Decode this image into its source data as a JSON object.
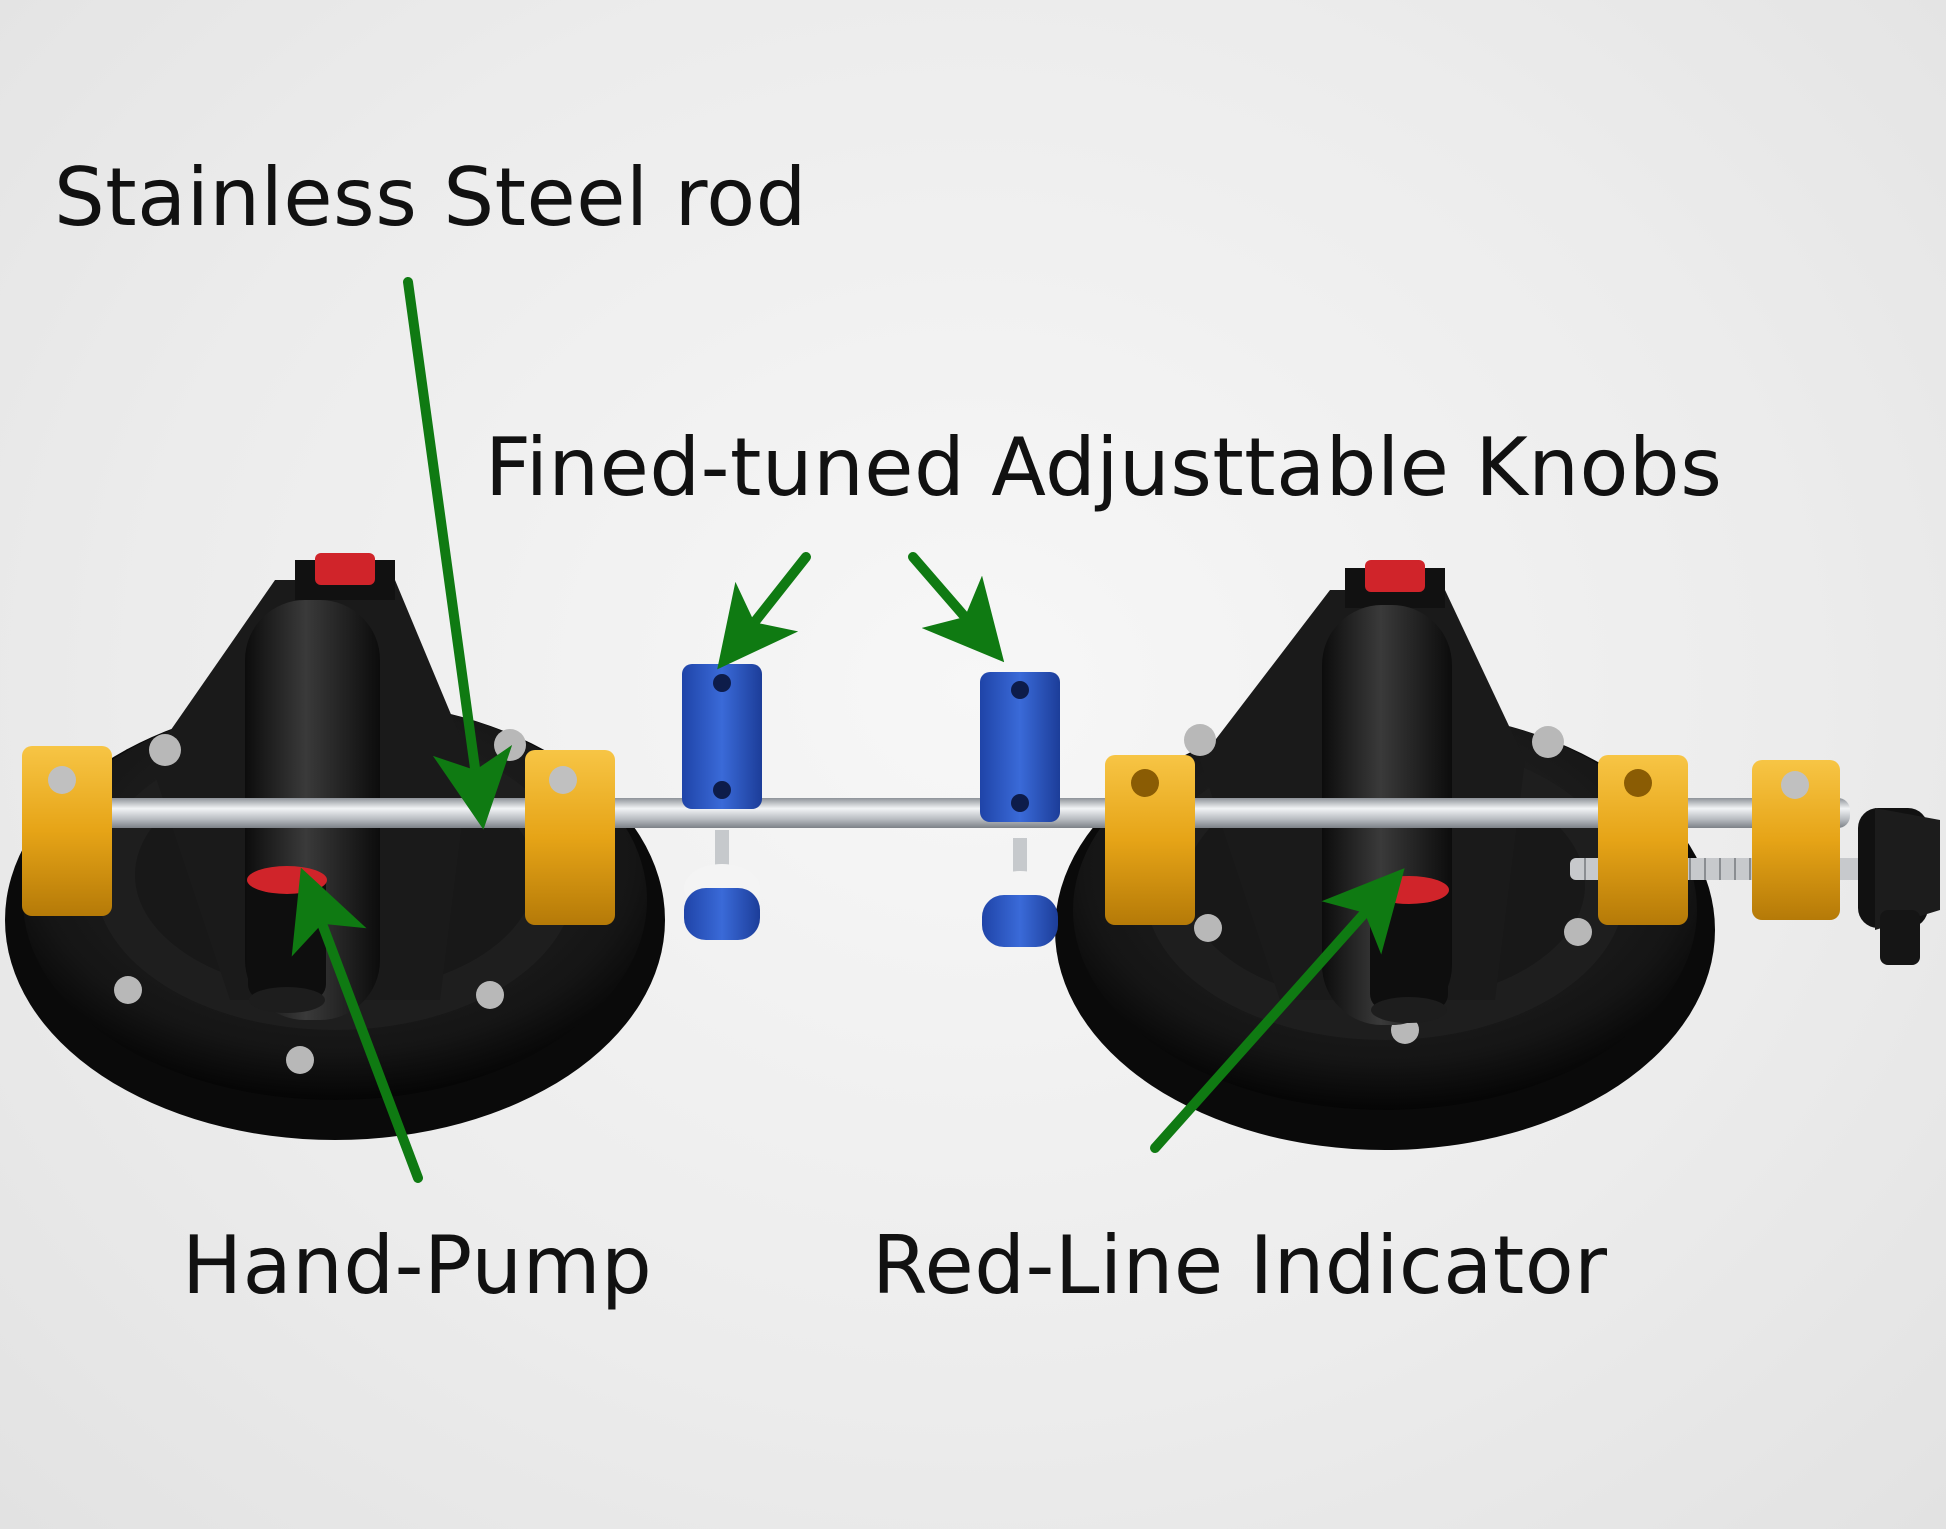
{
  "labels": {
    "rod": "Stainless Steel rod",
    "knobs": "Fined-tuned Adjusttable Knobs",
    "pump": "Hand-Pump",
    "indicator": "Red-Line Indicator"
  },
  "colors": {
    "arrow": "#0f7a12",
    "gold": "#e6a417",
    "knob_blue": "#2f5cc8",
    "rubber": "#151515",
    "steel": "#c9ccd0",
    "indicator_red": "#d0242a"
  },
  "icons": [
    "arrow-icon",
    "suction-cup",
    "steel-rod",
    "adjustable-knob",
    "hand-pump",
    "red-line-indicator",
    "end-knob"
  ]
}
